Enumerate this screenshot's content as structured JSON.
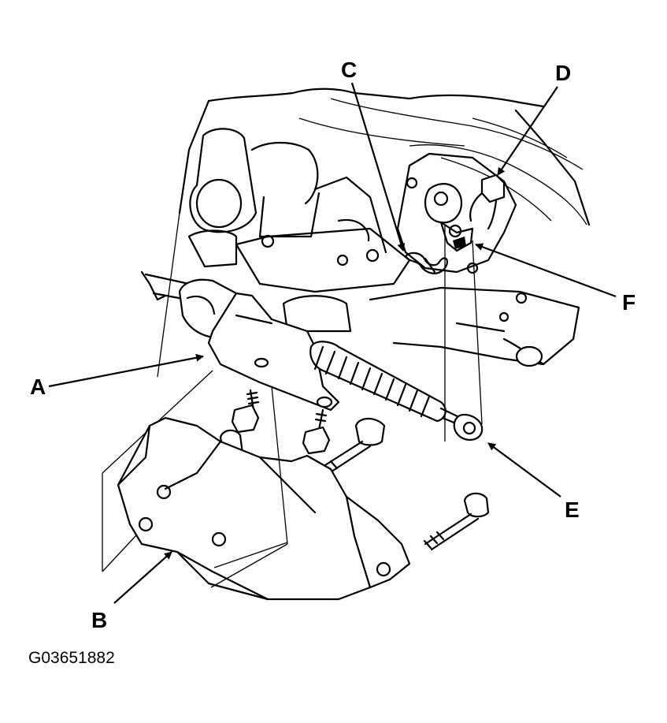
{
  "callouts": {
    "A": "A",
    "B": "B",
    "C": "C",
    "D": "D",
    "E": "E",
    "F": "F"
  },
  "figure_code": "G03651882"
}
